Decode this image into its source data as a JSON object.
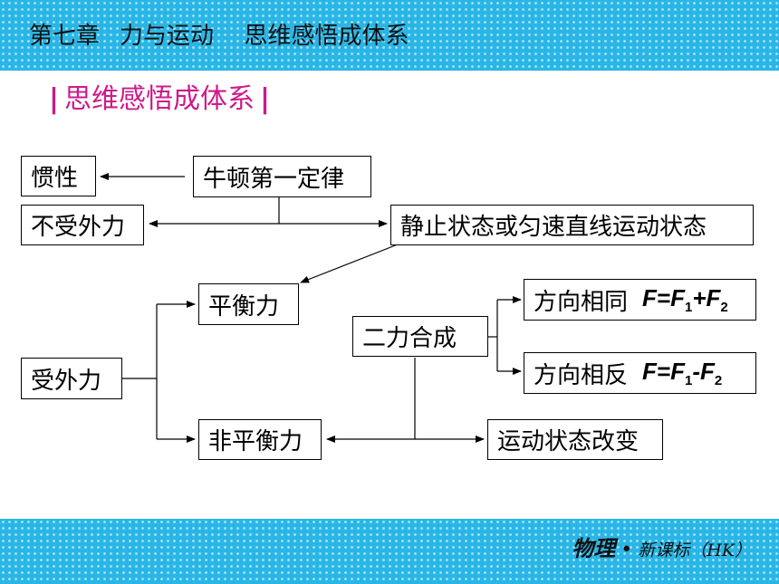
{
  "header": {
    "chapter": "第七章",
    "chapter_title": "力与运动",
    "separator": "|",
    "section": "思维感悟成体系"
  },
  "heading": {
    "bar_left": "|",
    "text": "思维感悟成体系",
    "bar_right": "|"
  },
  "diagram": {
    "inertia": "惯性",
    "newton_first_law": "牛顿第一定律",
    "no_external_force": "不受外力",
    "rest_or_uniform_motion": "静止状态或匀速直线运动状态",
    "balanced_force": "平衡力",
    "resultant_of_two_forces": "二力合成",
    "same_direction": "方向相同",
    "opposite_direction": "方向相反",
    "external_force": "受外力",
    "unbalanced_force": "非平衡力",
    "motion_state_change": "运动状态改变",
    "formula_same": {
      "f": "F",
      "eq": "=",
      "f1": "F",
      "s1": "1",
      "op": "+",
      "f2": "F",
      "s2": "2"
    },
    "formula_opposite": {
      "f": "F",
      "eq": "=",
      "f1": "F",
      "s1": "1",
      "op": "-",
      "f2": "F",
      "s2": "2"
    }
  },
  "footer": {
    "subject": "物理",
    "dot": "•",
    "edition": "新课标（HK）"
  },
  "colors": {
    "band": "#29b6e6",
    "heading": "#cc1b8b"
  }
}
